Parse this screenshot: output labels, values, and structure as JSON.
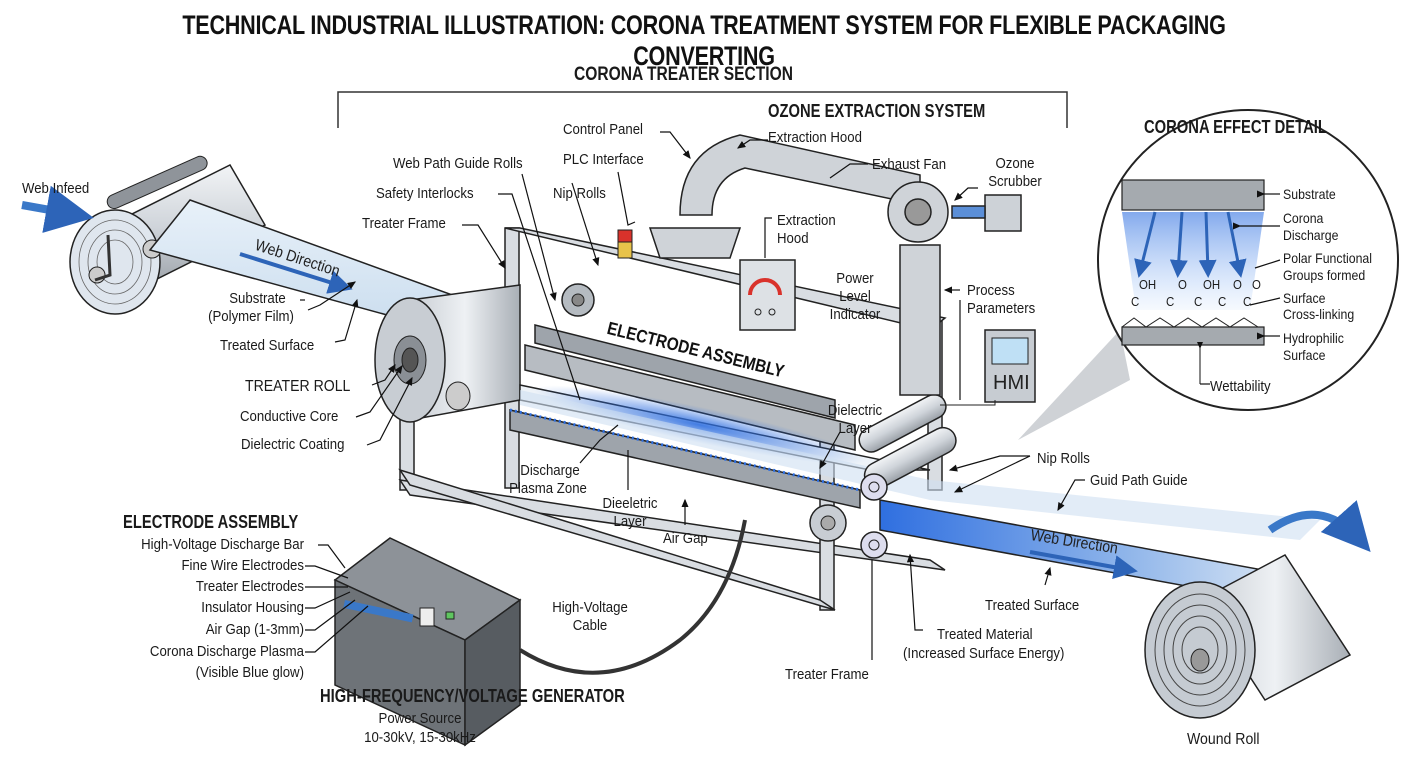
{
  "title": "TECHNICAL INDUSTRIAL ILLUSTRATION: CORONA TREATMENT SYSTEM FOR FLEXIBLE PACKAGING CONVERTING",
  "sections": {
    "corona_treater": "CORONA TREATER SECTION",
    "ozone_extraction": "OZONE EXTRACTION SYSTEM",
    "corona_effect": "CORONA EFFECT DETAIL",
    "electrode_assembly_legend": "ELECTRODE ASSEMBLY",
    "electrode_assembly_onbar": "ELECTRODE ASSEMBLY",
    "generator": "HIGH-FREQUENCY/VOLTAGE GENERATOR"
  },
  "infeed": {
    "web_infeed": "Web Infeed",
    "web_direction": "Web Direction",
    "substrate": "Substrate\n(Polymer Film)",
    "substrate_line1": "Substrate",
    "substrate_line2": "(Polymer Film)",
    "treated_surface": "Treated Surface"
  },
  "treater_roll": {
    "name": "TREATER ROLL",
    "core": "Conductive Core",
    "coating": "Dielectric Coating"
  },
  "frame_labels": {
    "web_path_guide_rolls": "Web Path Guide Rolls",
    "safety_interlocks": "Safety Interlocks",
    "treater_frame": "Treater Frame",
    "nip_rolls": "Nip Rolls",
    "plc_interface": "PLC Interface",
    "control_panel": "Control Panel"
  },
  "ozone": {
    "extraction_hood_top": "Extraction Hood",
    "exhaust_fan": "Exhaust Fan",
    "ozone_scrubber_line1": "Ozone",
    "ozone_scrubber_line2": "Scrubber",
    "extraction_hood_line1": "Extraction",
    "extraction_hood_line2": "Hood",
    "power_level_line1": "Power",
    "power_level_line2": "Level",
    "power_level_line3": "Indicator",
    "process_line1": "Process",
    "process_line2": "Parameters",
    "hmi": "HMI"
  },
  "electrode_zone": {
    "discharge_line1": "Discharge",
    "discharge_line2": "Plasma Zone",
    "dieeletric_line1": "Dieeletric",
    "dieeletric_line2": "Layer",
    "air_gap": "Air Gap",
    "dielectric_line1": "Dielectric",
    "dielectric_line2": "Layer"
  },
  "outfeed": {
    "nip_rolls": "Nip Rolls",
    "guid_path_guide": "Guid Path Guide",
    "web_direction": "Web Direction",
    "treated_surface": "Treated Surface",
    "treated_material_line1": "Treated Material",
    "treated_material_line2": "(Increased Surface Energy)",
    "treater_frame": "Treater Frame",
    "wound_roll": "Wound Roll"
  },
  "electrode_legend": {
    "items": [
      "High-Voltage Discharge Bar",
      "Fine Wire Electrodes",
      "Treater Electrodes",
      "Insulator Housing",
      "Air Gap (1-3mm)",
      "Corona Discharge Plasma",
      "(Visible Blue glow)"
    ]
  },
  "generator": {
    "cable_line1": "High-Voltage",
    "cable_line2": "Cable",
    "power_source": "Power Source",
    "specs": "10-30kV, 15-30kHz"
  },
  "corona_detail": {
    "substrate": "Substrate",
    "discharge_line1": "Corona",
    "discharge_line2": "Discharge",
    "polar_line1": "Polar Functional",
    "polar_line2": "Groups formed",
    "crosslink_line1": "Surface",
    "crosslink_line2": "Cross-linking",
    "hydro_line1": "Hydrophilic",
    "hydro_line2": "Surface",
    "wettability": "Wettability",
    "groups": [
      {
        "top": "OH",
        "base": "C"
      },
      {
        "top": "O",
        "base": "C"
      },
      {
        "top": "OH",
        "base": "C"
      },
      {
        "top": "O",
        "base": "C"
      },
      {
        "top": "O",
        "base": "C"
      }
    ]
  },
  "colors": {
    "accent_blue": "#3a78c8",
    "glow_blue": "#2f6fe0",
    "metal": "#d4d8dd",
    "dark_metal": "#8a8f95",
    "outline": "#222222",
    "alarm_red": "#d9322b",
    "alarm_yellow": "#e8c34a"
  }
}
